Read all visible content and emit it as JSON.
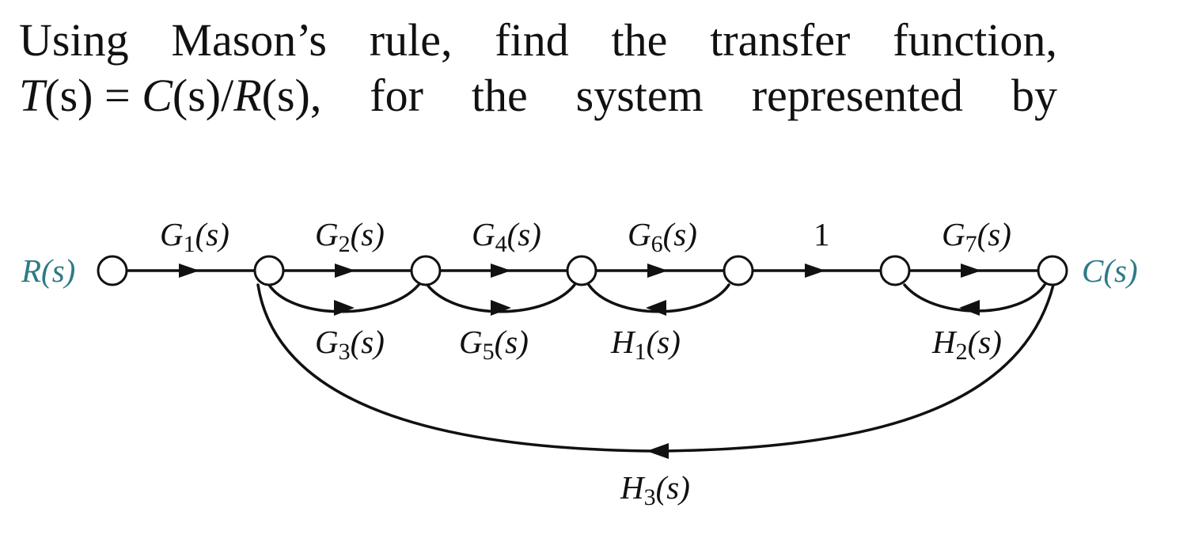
{
  "prompt": {
    "line1": [
      "Using",
      "Mason’s",
      "rule,",
      "find",
      "the",
      "transfer",
      "function,"
    ],
    "line2_math": {
      "t_name": "T",
      "t_arg": "(s)",
      "equals": "=",
      "c_name": "C",
      "c_arg": "(s)",
      "slash": "/",
      "r_name": "R",
      "r_arg": "(s)",
      "comma": ","
    },
    "line2_words": [
      "for",
      "the",
      "system",
      "represented",
      "by"
    ]
  },
  "diagram": {
    "input": {
      "name": "R",
      "arg": "(s)"
    },
    "output": {
      "name": "C",
      "arg": "(s)"
    },
    "branch_labels": {
      "g1": {
        "base": "G",
        "sub": "1",
        "arg": "(s)"
      },
      "g2": {
        "base": "G",
        "sub": "2",
        "arg": "(s)"
      },
      "g4": {
        "base": "G",
        "sub": "4",
        "arg": "(s)"
      },
      "g6": {
        "base": "G",
        "sub": "6",
        "arg": "(s)"
      },
      "one": {
        "text": "1"
      },
      "g7": {
        "base": "G",
        "sub": "7",
        "arg": "(s)"
      },
      "g3": {
        "base": "G",
        "sub": "3",
        "arg": "(s)"
      },
      "g5": {
        "base": "G",
        "sub": "5",
        "arg": "(s)"
      },
      "h1": {
        "base": "H",
        "sub": "1",
        "arg": "(s)"
      },
      "h2": {
        "base": "H",
        "sub": "2",
        "arg": "(s)"
      },
      "h3": {
        "base": "H",
        "sub": "3",
        "arg": "(s)"
      }
    },
    "colors": {
      "line": "#111111",
      "endpoint_label": "#2e7a86",
      "node_fill": "#ffffff",
      "background": "#ffffff"
    }
  }
}
